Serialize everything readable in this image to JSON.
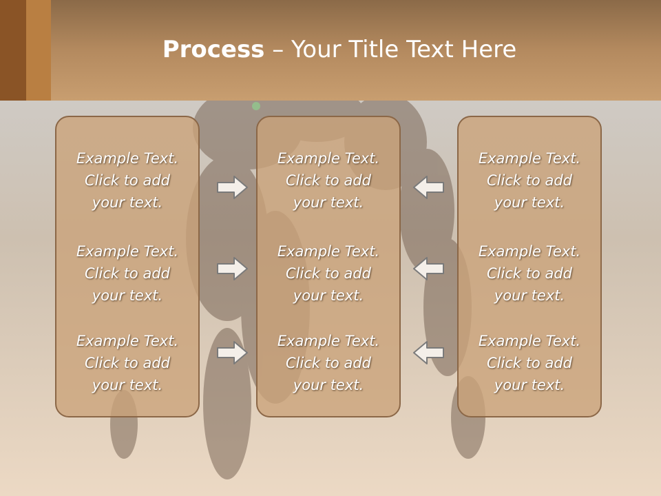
{
  "title": {
    "bold": "Process",
    "rest": " – Your Title Text Here"
  },
  "columns": [
    {
      "cells": [
        {
          "line1": "Example Text.",
          "line2": "Click  to add",
          "line3": "your text."
        },
        {
          "line1": "Example Text.",
          "line2": "Click  to add",
          "line3": "your text."
        },
        {
          "line1": "Example Text.",
          "line2": "Click  to add",
          "line3": "your text."
        }
      ]
    },
    {
      "cells": [
        {
          "line1": "Example Text.",
          "line2": "Click  to add",
          "line3": "your text."
        },
        {
          "line1": "Example Text.",
          "line2": "Click  to add",
          "line3": "your text."
        },
        {
          "line1": "Example Text.",
          "line2": "Click  to add",
          "line3": "your text."
        }
      ]
    },
    {
      "cells": [
        {
          "line1": "Example Text.",
          "line2": "Click  to add",
          "line3": "your text."
        },
        {
          "line1": "Example Text.",
          "line2": "Click  to add",
          "line3": "your text."
        },
        {
          "line1": "Example Text.",
          "line2": "Click  to add",
          "line3": "your text."
        }
      ]
    }
  ],
  "arrows": {
    "left_group": "right-arrow-icon",
    "right_group": "left-arrow-icon"
  },
  "colors": {
    "header": "#b48a5f",
    "stripe_dark": "#8a5426",
    "stripe_light": "#b97f42",
    "box_fill": "#caa37a",
    "box_border": "#8b6747"
  }
}
